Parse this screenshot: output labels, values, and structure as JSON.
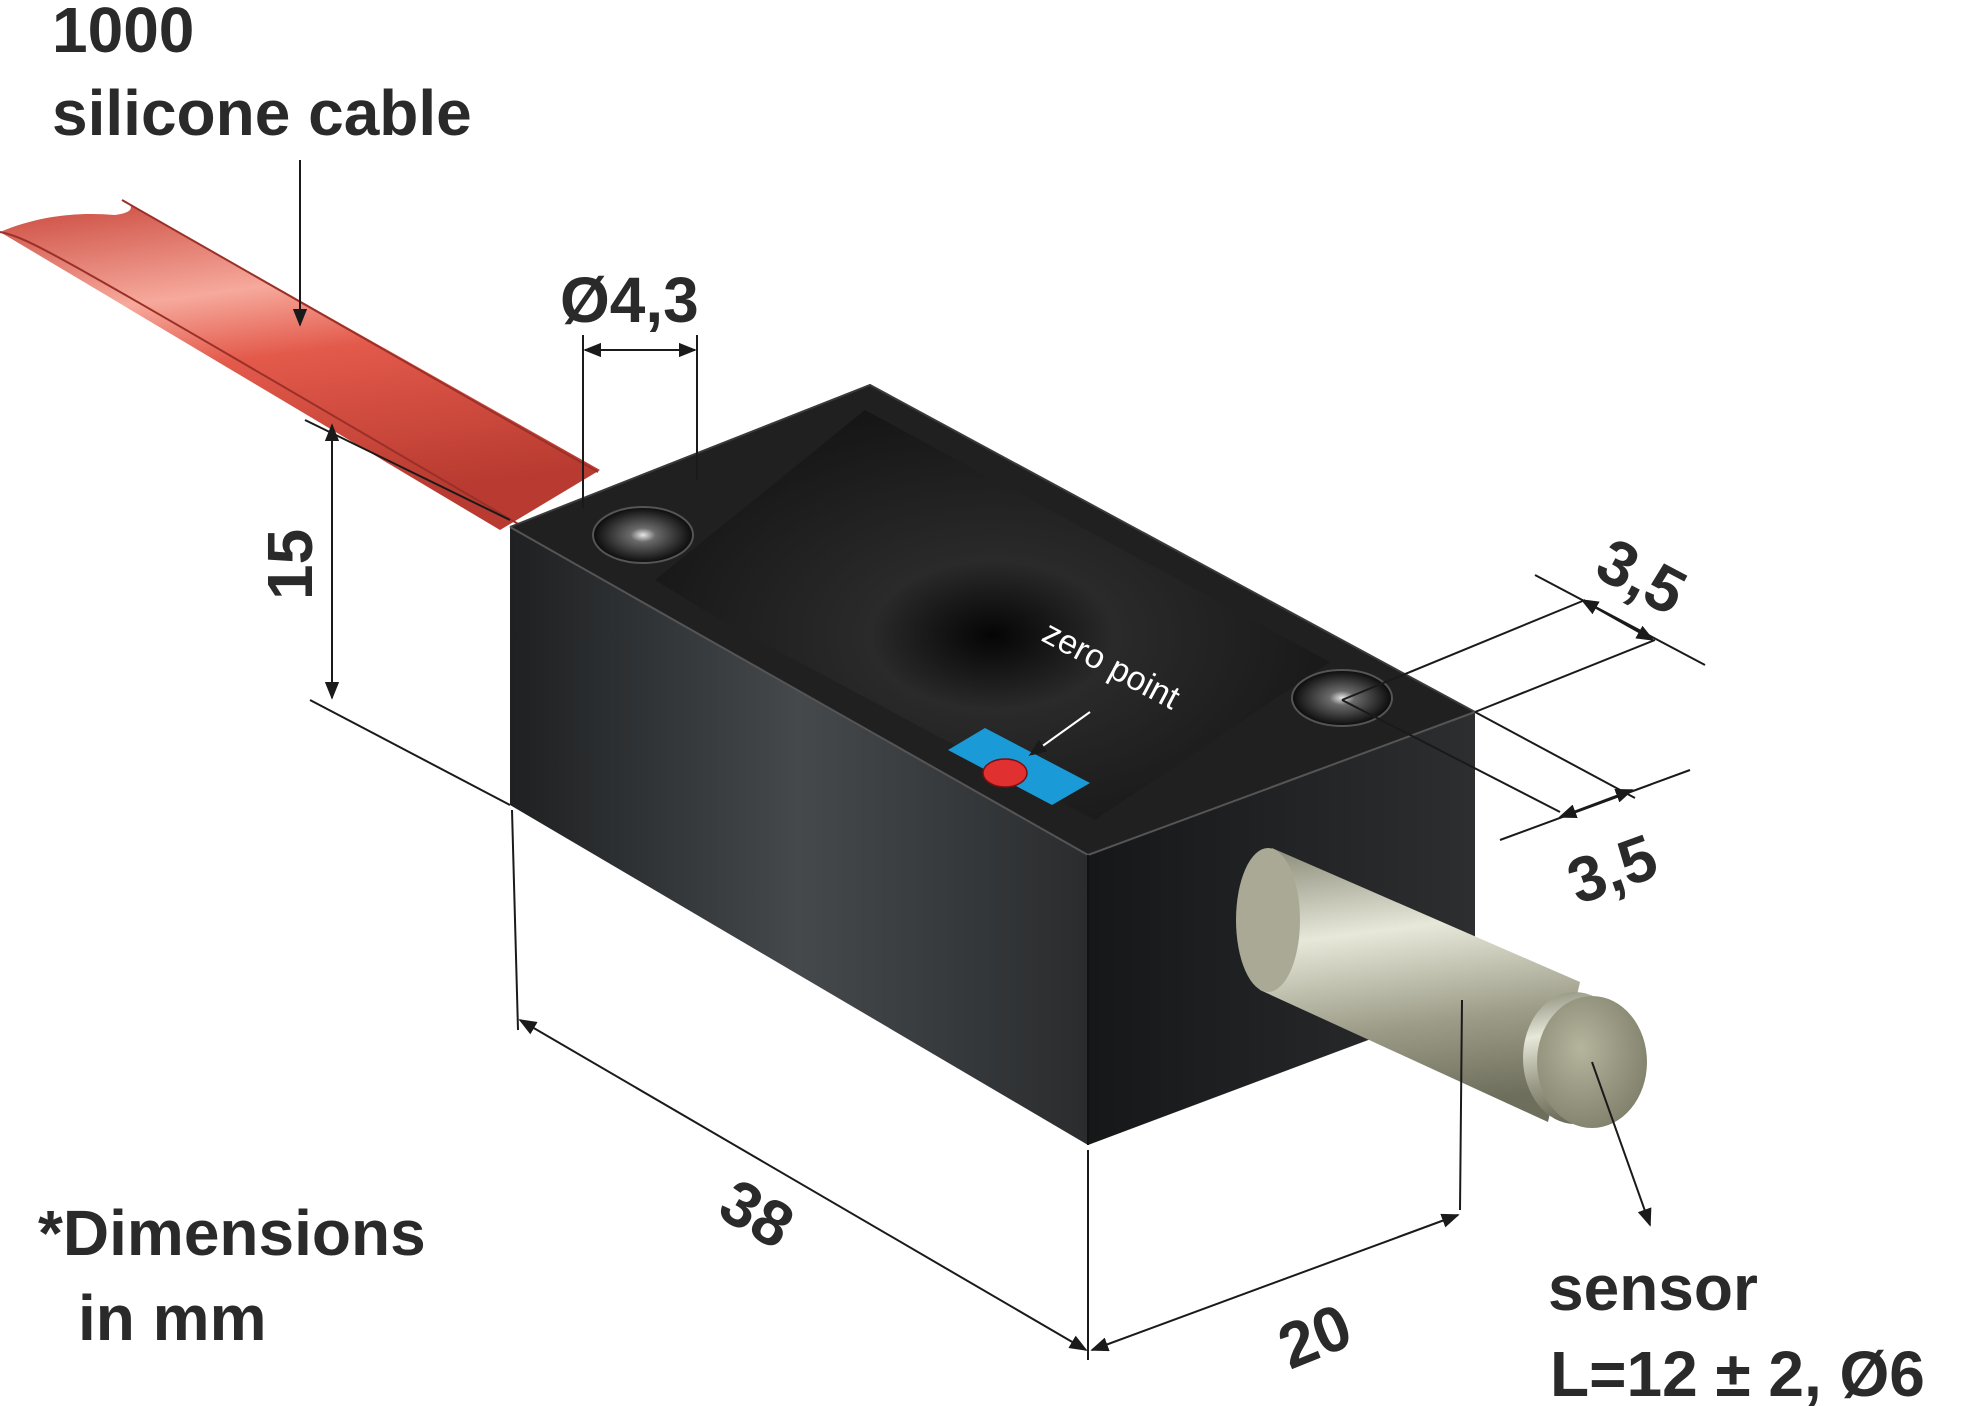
{
  "labels": {
    "cable_length": "1000",
    "cable_type": "silicone cable",
    "hole_diameter": "Ø4,3",
    "height": "15",
    "hole_offset_top": "3,5",
    "hole_offset_side": "3,5",
    "zero_point": "zero point",
    "length": "38",
    "width": "20",
    "dimensions_note_line1": "*Dimensions",
    "dimensions_note_line2": "in mm",
    "sensor_title": "sensor",
    "sensor_spec": "L=12 ± 2, Ø6"
  },
  "colors": {
    "cable": "#e0584a",
    "body": "#2b2e30",
    "top_face": "#1a1a1a",
    "sensor": "#b8b8a6",
    "zero_marker": "#1a9ad6",
    "zero_dot": "#e03030"
  }
}
